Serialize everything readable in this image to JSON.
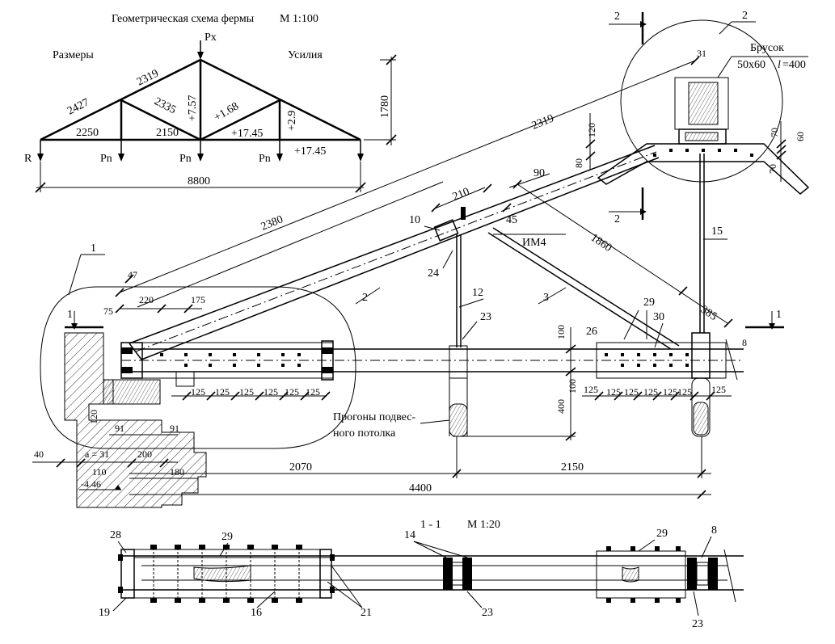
{
  "scheme": {
    "title": "Геометрическая схема фермы",
    "scale": "М 1:100",
    "sizes_label": "Размеры",
    "forces_label": "Усилия",
    "load_top": "Px",
    "reaction": "R",
    "node_load": "Pn",
    "dims": {
      "upper_left": "2427",
      "upper_mid": "2319",
      "diag": "2335",
      "bottom_1": "2250",
      "bottom_2": "2150",
      "span": "8800",
      "height": "1780"
    },
    "forces": {
      "post": "+7.57",
      "diag": "+1.68",
      "bottom_mid": "+17.45",
      "bottom_right": "+17.45",
      "hanger": "+2.9"
    }
  },
  "main": {
    "dims": {
      "d2319": "2319",
      "d2380": "2380",
      "d210": "210",
      "d90": "90",
      "d45": "45",
      "d1860": "1860",
      "d47": "47",
      "d75": "75",
      "d220": "220",
      "d175": "175",
      "d100a": "100",
      "d100b": "100",
      "d400": "400",
      "d385": "385",
      "d8": "8",
      "d120top": "120",
      "d80": "80",
      "d70a": "70",
      "d60": "60",
      "d70b": "70",
      "d31": "31",
      "d120": "120",
      "d91a": "91",
      "d91b": "91",
      "d40": "40",
      "a_label": "a = 31",
      "d200": "200",
      "d110": "110",
      "d180": "180",
      "level": "-4.46",
      "d2070": "2070",
      "d2150": "2150",
      "d4400": "4400",
      "pitch": [
        "125",
        "125",
        "125",
        "125",
        "125",
        "125"
      ],
      "pitch_r": [
        "125",
        "125",
        "125",
        "125",
        "125",
        "125"
      ],
      "d125_last": "125"
    },
    "labels": {
      "imp": "ИМ4",
      "brusok1": "Брусок",
      "brusok2": "50х60",
      "brusok_l": "l",
      "brusok3": "=400",
      "purlins1": "Прогоны подвес-",
      "purlins2": "ного потолка"
    },
    "callouts": {
      "c1": "1",
      "c2": "2",
      "c3": "3",
      "c10": "10",
      "c12": "12",
      "c15": "15",
      "c23": "23",
      "c24": "24",
      "c26": "26",
      "c29": "29",
      "c30": "30"
    },
    "sections": {
      "s1_left": "1",
      "s1_right": "1",
      "s2_top": "2",
      "s2_bottom": "2",
      "detail2": "2"
    }
  },
  "section": {
    "title": "1 - 1",
    "scale": "М 1:20",
    "callouts": {
      "c28": "28",
      "c19": "19",
      "c29a": "29",
      "c16": "16",
      "c21": "21",
      "c14": "14",
      "c23a": "23",
      "c29b": "29",
      "c8": "8",
      "c23b": "23"
    }
  }
}
